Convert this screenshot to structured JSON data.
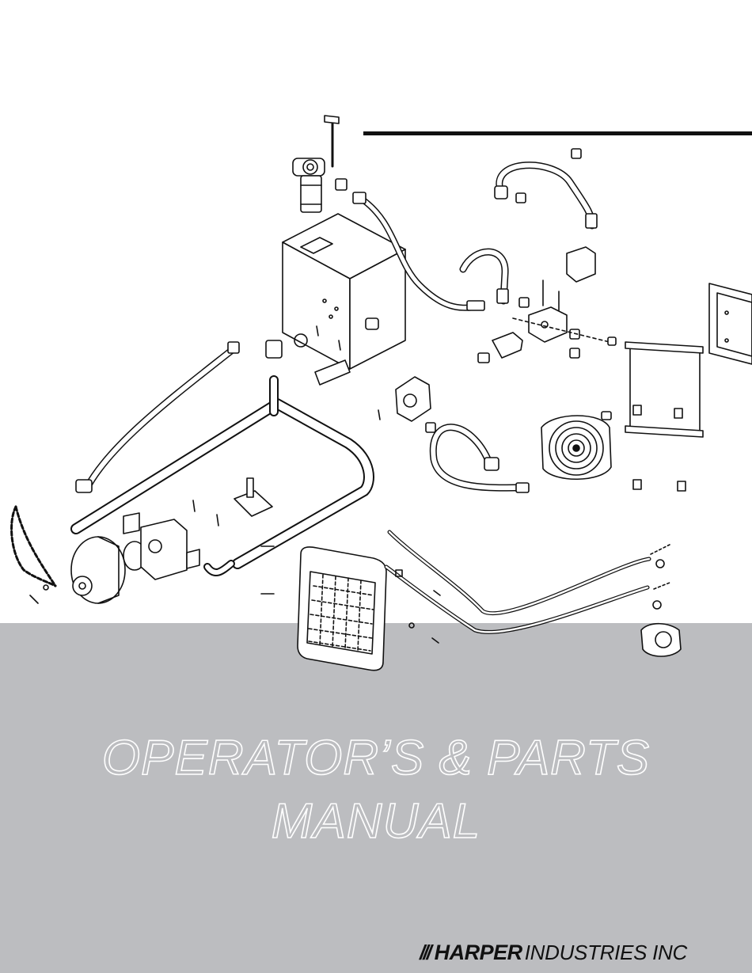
{
  "title": {
    "line1": "OPERATOR’S & PARTS",
    "line2": "MANUAL"
  },
  "brand": {
    "slashes": "///",
    "name": "HARPER",
    "suffix": "INDUSTRIES INC"
  },
  "colors": {
    "band": "#bcbdc0",
    "ink": "#111111",
    "title_outline": "#ffffff"
  }
}
